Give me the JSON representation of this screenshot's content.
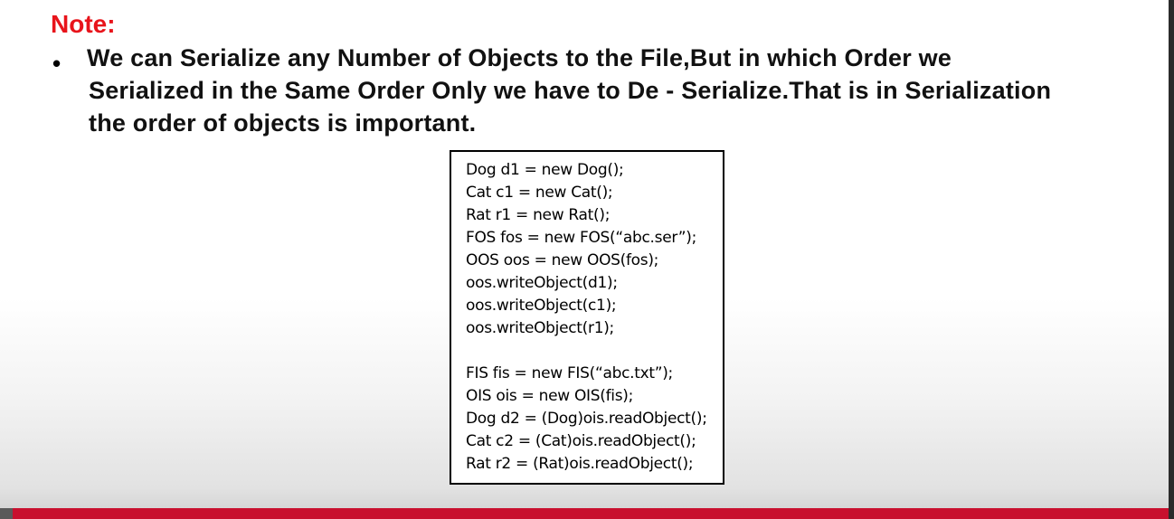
{
  "note": {
    "title": "Note:",
    "bullet_symbol": "•",
    "lines": [
      "We can Serialize any Number of Objects to the File,But in which Order we",
      "Serialized in the Same Order Only we have to De - Serialize.That is in Serialization",
      "the order of objects is important."
    ]
  },
  "code": {
    "lines": [
      "Dog d1 = new Dog();",
      "Cat  c1 = new Cat();",
      "Rat r1 = new Rat();",
      "FOS fos = new FOS(“abc.ser”);",
      "OOS oos = new OOS(fos);",
      "oos.writeObject(d1);",
      "oos.writeObject(c1);",
      "oos.writeObject(r1);",
      "",
      "FIS fis = new FIS(“abc.txt”);",
      "OIS ois = new OIS(fis);",
      "Dog d2 = (Dog)ois.readObject();",
      "Cat c2 = (Cat)ois.readObject();",
      "Rat r2 = (Rat)ois.readObject();"
    ]
  },
  "colors": {
    "note_title": "#e8141b",
    "bottom_bar": "#c8102e",
    "text": "#111111"
  }
}
